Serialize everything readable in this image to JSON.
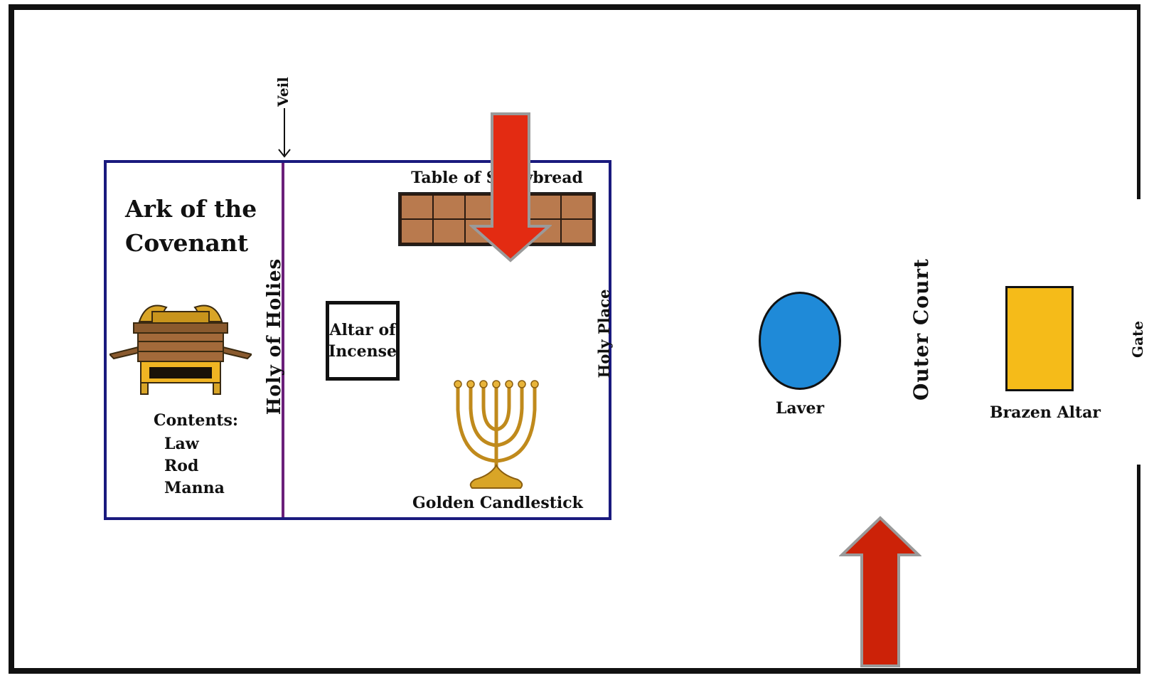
{
  "diagram": {
    "veil": "Veil",
    "ark_title_line1": "Ark of the",
    "ark_title_line2": "Covenant",
    "contents_label": "Contents:",
    "contents_items": [
      "Law",
      "Rod",
      "Manna"
    ],
    "holy_of_holies": "Holy of Holies",
    "table_label": "Table of Showbread",
    "altar_incense_line1": "Altar of",
    "altar_incense_line2": "Incense",
    "candlestick": "Golden Candlestick",
    "holy_place": "Holy Place",
    "laver": "Laver",
    "outer_court": "Outer Court",
    "brazen_altar": "Brazen Altar",
    "gate": "Gate"
  },
  "colors": {
    "tabernacle_border": "#1a1a7e",
    "veil_line": "#6b1f7a",
    "laver": "#1f8ad8",
    "brazen_altar": "#f5bb19",
    "arrow": "#e32b12",
    "showbread": "#b97a4e",
    "gold": "#d9a527"
  }
}
